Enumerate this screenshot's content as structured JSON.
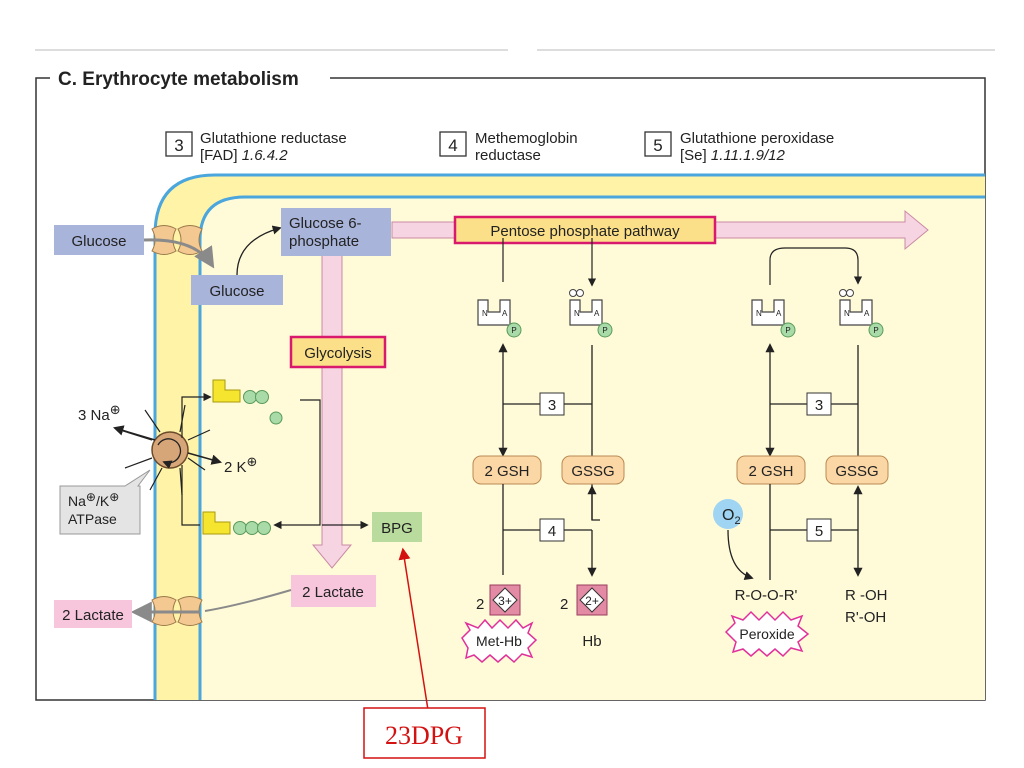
{
  "title": "C. Erythrocyte metabolism",
  "enzymes": [
    {
      "num": "3",
      "line1": "Glutathione reductase",
      "line2a": "[FAD] ",
      "line2b": "1.6.4.2"
    },
    {
      "num": "4",
      "line1": "Methemoglobin",
      "line2a": "reductase",
      "line2b": ""
    },
    {
      "num": "5",
      "line1": "Glutathione peroxidase",
      "line2a": "[Se] ",
      "line2b": "1.11.1.9/12"
    }
  ],
  "labels": {
    "glucose_out": "Glucose",
    "glucose_in": "Glucose",
    "g6p_1": "Glucose 6-",
    "g6p_2": "phosphate",
    "ppp": "Pentose phosphate pathway",
    "glycolysis": "Glycolysis",
    "na": "3 Na",
    "k": "2 K",
    "atpase_1": "Na",
    "atpase_2": "ATPase",
    "bpg": "BPG",
    "lactate_in": "2 Lactate",
    "lactate_out": "2 Lactate",
    "gsh": "2 GSH",
    "gssg": "GSSG",
    "gsh2": "2 GSH",
    "gssg2": "GSSG",
    "met_coef": "2",
    "met_charge": "3+",
    "hb_coef": "2",
    "hb_charge": "2+",
    "methb": "Met-Hb",
    "hb": "Hb",
    "o2": "O",
    "rooR": "R-O-O-R'",
    "peroxide": "Peroxide",
    "roh": "R -OH",
    "roh2": "R'-OH",
    "small_3a": "3",
    "small_4": "4",
    "small_3b": "3",
    "small_5": "5",
    "annotation": "23DPG"
  },
  "colors": {
    "blue_box": "#a9b4db",
    "pink_arrow": "#f7d4e2",
    "ppp_fill": "#fbe089",
    "ppp_border": "#d8196e",
    "cell_fill": "#fffbd9",
    "membrane": "#4aa6dc",
    "orange_pill": "#fcd7a6",
    "green_box": "#b9dc9e",
    "pink_box": "#f7c5dc",
    "annotation_red": "#d41111"
  }
}
